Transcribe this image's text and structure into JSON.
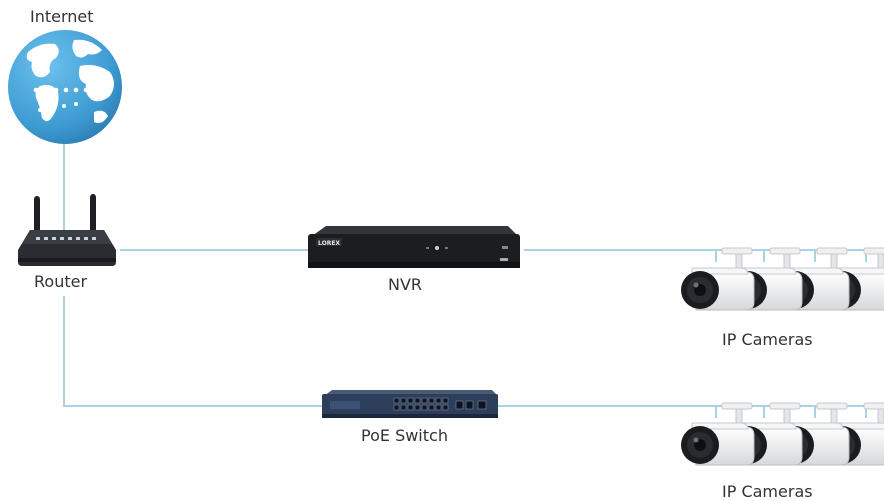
{
  "diagram": {
    "nodes": {
      "internet": {
        "label": "Internet",
        "icon": "globe-icon"
      },
      "router": {
        "label": "Router",
        "icon": "router-icon"
      },
      "nvr": {
        "label": "NVR",
        "icon": "nvr-icon",
        "brand_text": "LOREX"
      },
      "poe_switch": {
        "label": "PoE Switch",
        "icon": "network-switch-icon"
      },
      "cameras_nvr": {
        "label": "IP Cameras",
        "icon": "bullet-camera-icon",
        "count": 4
      },
      "cameras_switch": {
        "label": "IP Cameras",
        "icon": "bullet-camera-icon",
        "count": 4
      }
    },
    "connections": [
      [
        "internet",
        "router"
      ],
      [
        "router",
        "nvr"
      ],
      [
        "nvr",
        "cameras_nvr"
      ],
      [
        "router",
        "poe_switch"
      ],
      [
        "poe_switch",
        "cameras_switch"
      ]
    ],
    "colors": {
      "line": "#a9d2e3",
      "globe_ocean": "#3d9ad1",
      "globe_land": "#ffffff",
      "device_dark": "#1c1d21",
      "switch_body": "#2c3e5a"
    }
  }
}
